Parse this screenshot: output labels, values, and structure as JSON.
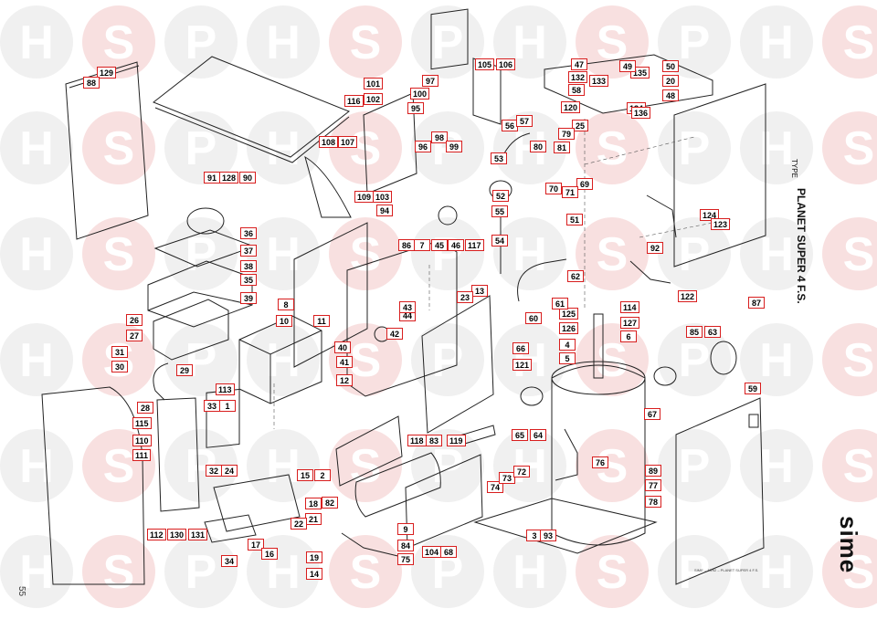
{
  "watermark": {
    "letters": [
      "H",
      "S",
      "P"
    ],
    "color": "#e8a0a0"
  },
  "title": {
    "model": "PLANET SUPER 4 F.S.",
    "type_label": "TYPE",
    "brand": "sime",
    "page_number": "55",
    "ref_code": "SIME – 10/92 – PLANET SUPER 4 F.S."
  },
  "labels": [
    "129",
    "88",
    "91",
    "128",
    "90",
    "116",
    "101",
    "102",
    "97",
    "100",
    "95",
    "96",
    "98",
    "99",
    "105",
    "106",
    "56",
    "108",
    "107",
    "109",
    "103",
    "94",
    "47",
    "132",
    "133",
    "135",
    "49",
    "50",
    "20",
    "48",
    "134",
    "136",
    "58",
    "120",
    "57",
    "25",
    "79",
    "80",
    "81",
    "53",
    "69",
    "70",
    "71",
    "52",
    "51",
    "55",
    "54",
    "36",
    "37",
    "38",
    "35",
    "39",
    "86",
    "7",
    "45",
    "46",
    "117",
    "13",
    "23",
    "44",
    "43",
    "42",
    "41",
    "40",
    "8",
    "10",
    "11",
    "12",
    "26",
    "27",
    "31",
    "30",
    "29",
    "28",
    "115",
    "110",
    "111",
    "112",
    "130",
    "131",
    "113",
    "33",
    "1",
    "32",
    "24",
    "34",
    "17",
    "16",
    "18",
    "21",
    "22",
    "19",
    "14",
    "15",
    "2",
    "119",
    "118",
    "83",
    "82",
    "9",
    "104",
    "68",
    "84",
    "75",
    "74",
    "73",
    "72",
    "76",
    "65",
    "64",
    "66",
    "121",
    "92",
    "124",
    "123",
    "122",
    "114",
    "127",
    "125",
    "126",
    "4",
    "5",
    "6",
    "3",
    "93",
    "89",
    "77",
    "78",
    "60",
    "61",
    "62",
    "63",
    "67",
    "85",
    "87",
    "59"
  ],
  "accent_color": "#d81e1e"
}
